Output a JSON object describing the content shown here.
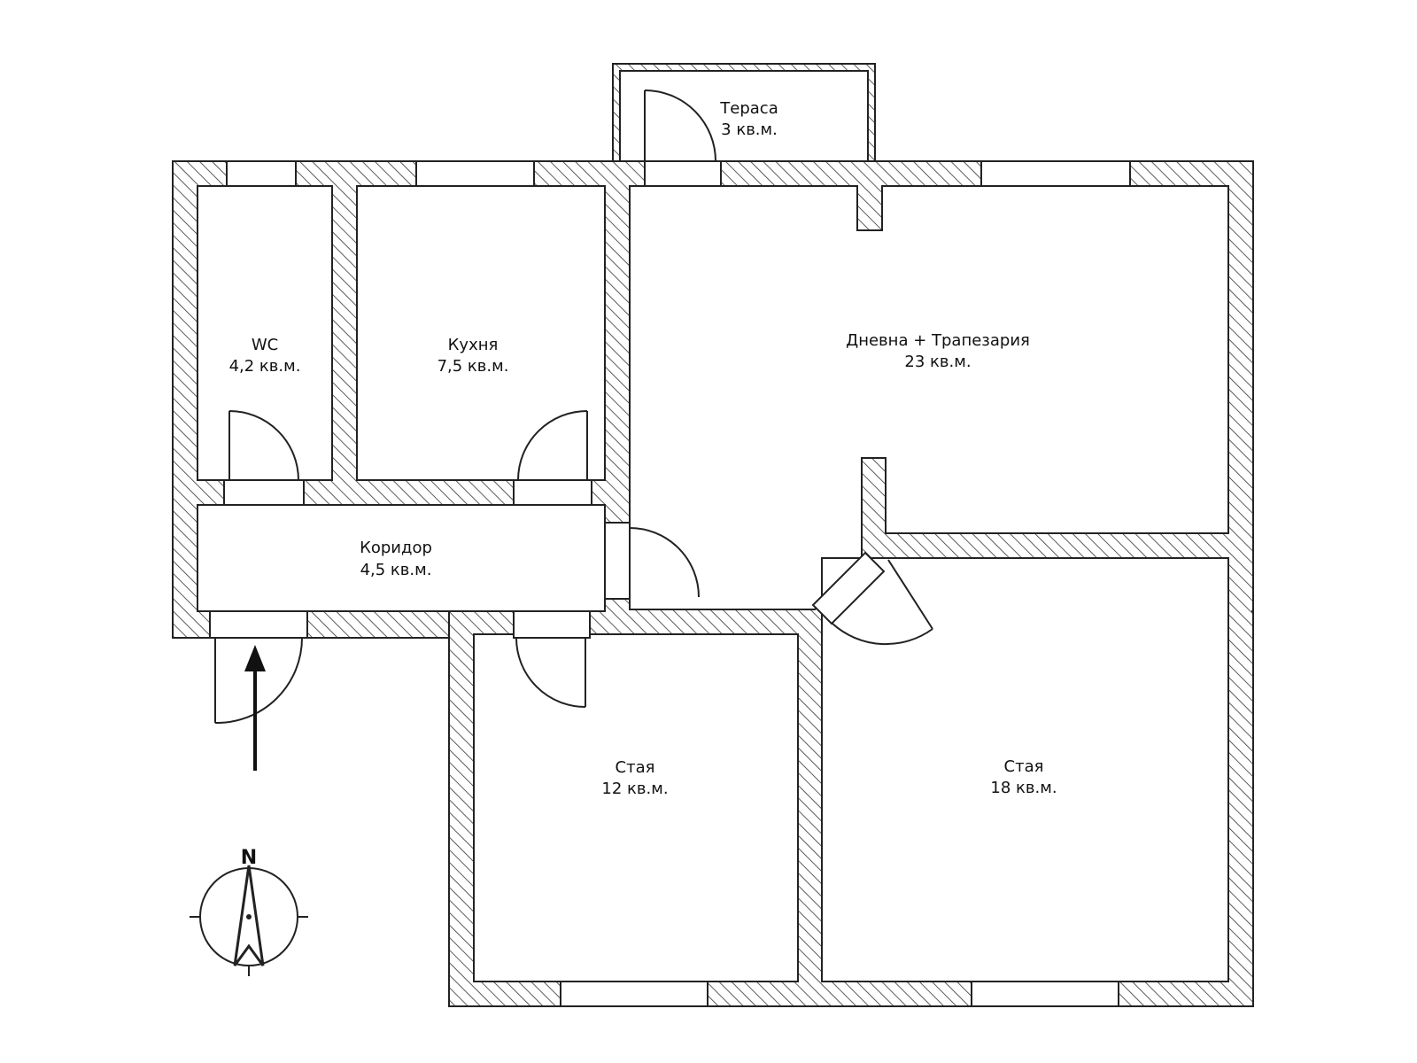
{
  "plan": {
    "rooms": [
      {
        "id": "terrace",
        "name": "Тераса",
        "area": "3 кв.м."
      },
      {
        "id": "wc",
        "name": "WC",
        "area": "4,2 кв.м."
      },
      {
        "id": "kitchen",
        "name": "Кухня",
        "area": "7,5 кв.м."
      },
      {
        "id": "living",
        "name": "Дневна + Трапезария",
        "area": "23 кв.м."
      },
      {
        "id": "corridor",
        "name": "Коридор",
        "area": "4,5 кв.м."
      },
      {
        "id": "room12",
        "name": "Стая",
        "area": "12 кв.м."
      },
      {
        "id": "room18",
        "name": "Стая",
        "area": "18 кв.м."
      }
    ],
    "compass": {
      "letter": "N"
    },
    "colors": {
      "line": "#222222",
      "hatch": "#333333",
      "fill": "#ffffff"
    }
  }
}
